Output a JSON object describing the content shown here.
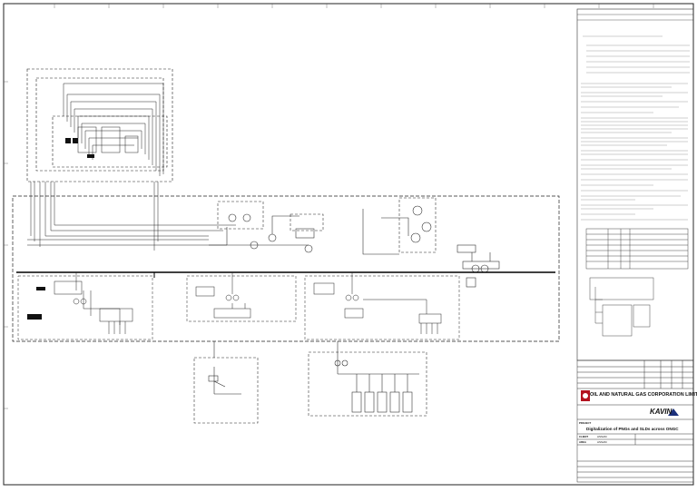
{
  "title_block": {
    "company": "OIL AND NATURAL GAS CORPORATION LIMITED",
    "brand": "KAVIN",
    "project_title": "Digitalization of PNGs and SLDs across ONGC"
  },
  "labels": {
    "project": "PROJECT",
    "client": "CLIENT",
    "area": "AREA"
  },
  "values": {
    "client": "ASSAM",
    "area": "ASSAM"
  }
}
